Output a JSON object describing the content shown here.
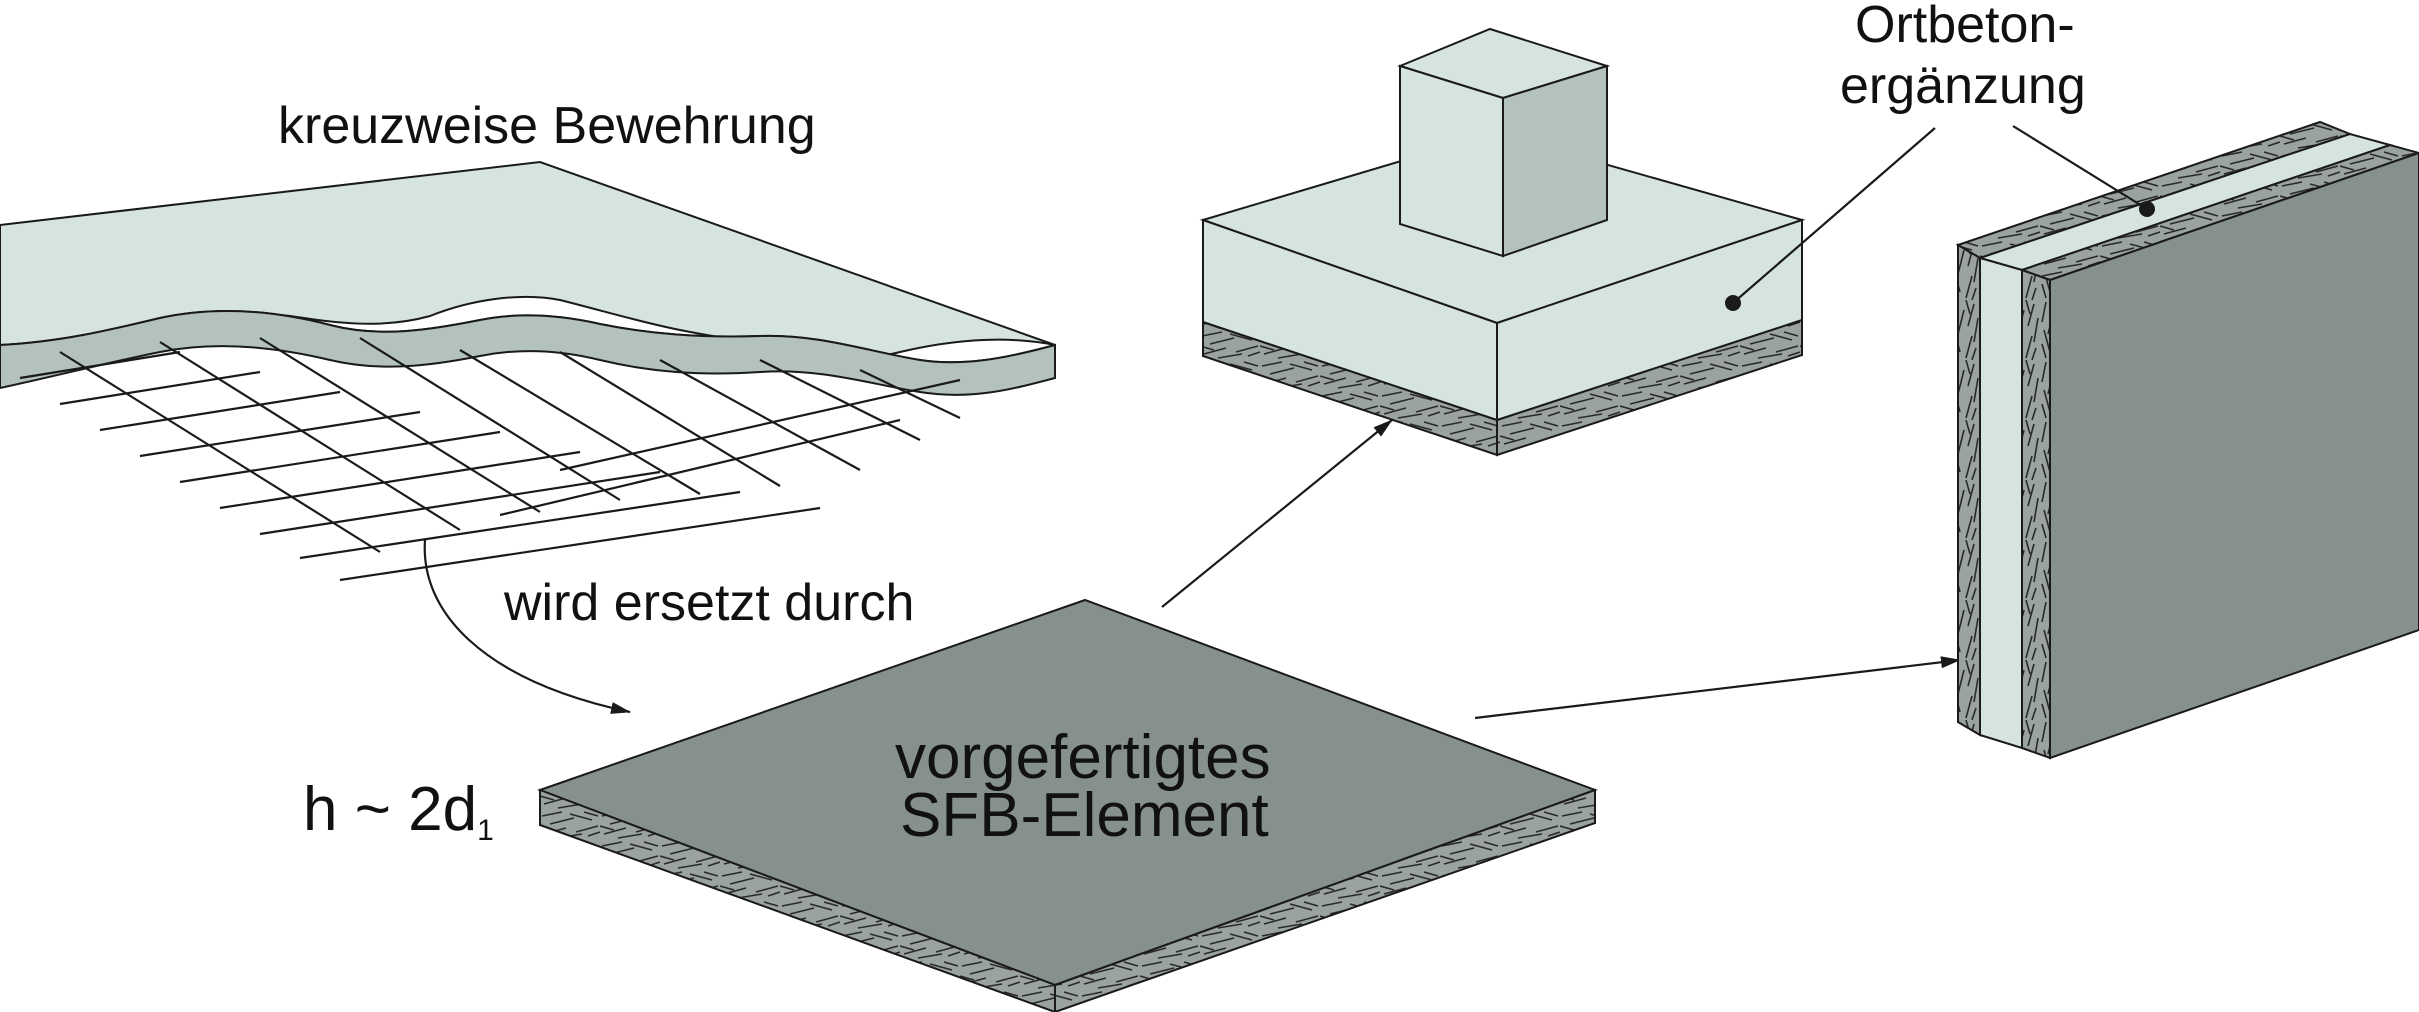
{
  "labels": {
    "top_left": "kreuzweise Bewehrung",
    "middle": "wird ersetzt durch",
    "element_line1": "vorgefertigtes",
    "element_line2": "SFB-Element",
    "thickness_main": "h ~ 2d",
    "thickness_sub": "1",
    "top_right_line1": "Ortbeton-",
    "top_right_line2": "ergänzung"
  },
  "colors": {
    "light_concrete": "#d6e4de",
    "light_concrete_side": "#b3c3bc",
    "dark_concrete": "#86918f",
    "dark_concrete_side": "#6f7a78",
    "fiber_layer": "#9aa3a1",
    "line": "#1a1a1a"
  }
}
